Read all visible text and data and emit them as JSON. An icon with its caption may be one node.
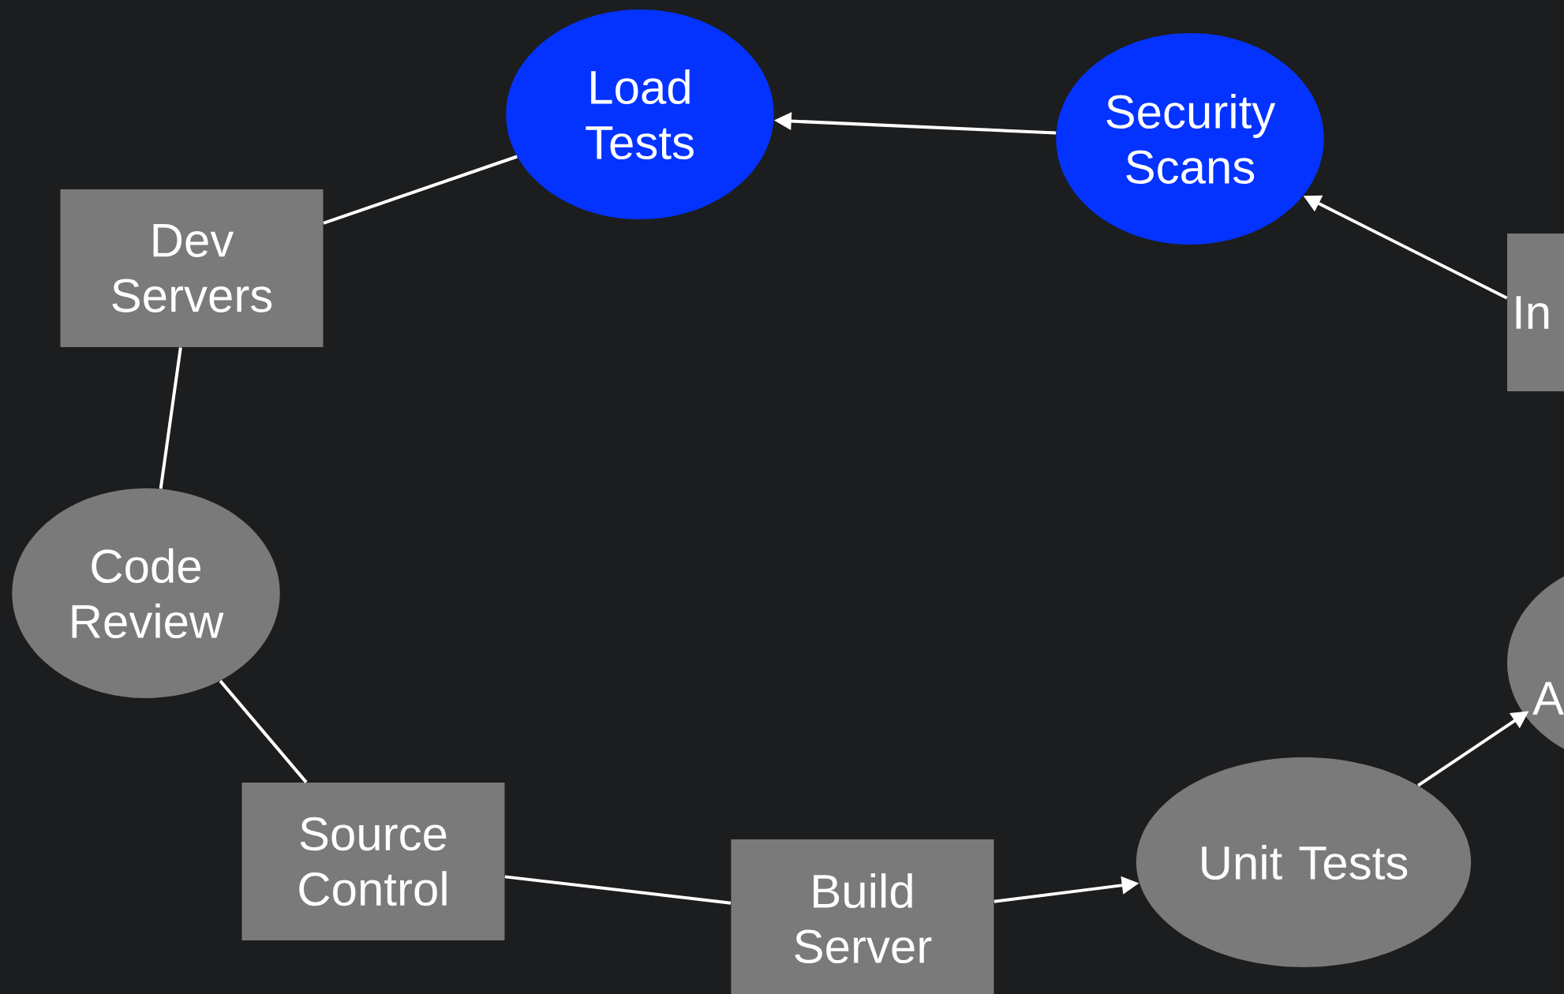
{
  "diagram": {
    "nodes": [
      {
        "text": [
          "Load Tests"
        ]
      },
      {
        "text": [
          "Security Scans"
        ]
      },
      {
        "text": [
          "Dev Servers"
        ]
      },
      {
        "text": [
          "In"
        ]
      },
      {
        "text": [
          "Code Review"
        ]
      },
      {
        "text": [
          "A"
        ]
      },
      {
        "text": [
          "Source Control"
        ]
      },
      {
        "text": [
          "Build Server"
        ]
      },
      {
        "text": [
          "Unit Tests"
        ]
      }
    ],
    "edges": [
      {
        "from": 2,
        "to": 0,
        "arrow": "none"
      },
      {
        "from": 2,
        "to": 4,
        "arrow": "none"
      },
      {
        "from": 4,
        "to": 6,
        "arrow": "none"
      },
      {
        "from": 6,
        "to": 7,
        "arrow": "none"
      },
      {
        "from": 7,
        "to": 8,
        "arrow": "to"
      },
      {
        "from": 8,
        "to": 5,
        "arrow": "to"
      },
      {
        "from": 3,
        "to": 1,
        "arrow": "to"
      },
      {
        "from": 1,
        "to": 0,
        "arrow": "to"
      }
    ]
  }
}
